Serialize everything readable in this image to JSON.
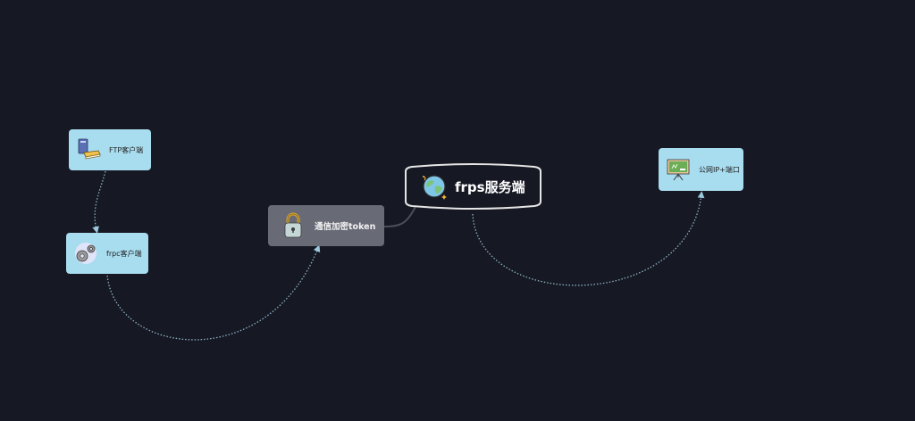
{
  "diagram": {
    "type": "mind-map",
    "background": "#161823",
    "colors": {
      "leaf_fill": "#a8dcef",
      "mid_fill": "#686a76",
      "root_border": "#e6e6e6",
      "link_dotted": "#8fb4c8",
      "link_solid": "#4a4d5a"
    },
    "root": {
      "label": "frps服务端",
      "icon": "globe-icon"
    },
    "nodes": [
      {
        "id": "ftp-client",
        "label": "FTP客户端",
        "icon": "books-icon"
      },
      {
        "id": "frpc-client",
        "label": "frpc客户端",
        "icon": "gears-icon"
      },
      {
        "id": "token",
        "label": "通信加密token",
        "icon": "padlock-icon"
      },
      {
        "id": "public-ip",
        "label": "公网IP+端口",
        "icon": "chalkboard-icon"
      }
    ],
    "links": [
      {
        "from": "ftp-client",
        "to": "frpc-client",
        "style": "dotted-arrow"
      },
      {
        "from": "frpc-client",
        "to": "token",
        "style": "dotted-arrow"
      },
      {
        "from": "token",
        "to": "root",
        "style": "solid"
      },
      {
        "from": "root",
        "to": "public-ip",
        "style": "dotted-arrow"
      }
    ]
  }
}
